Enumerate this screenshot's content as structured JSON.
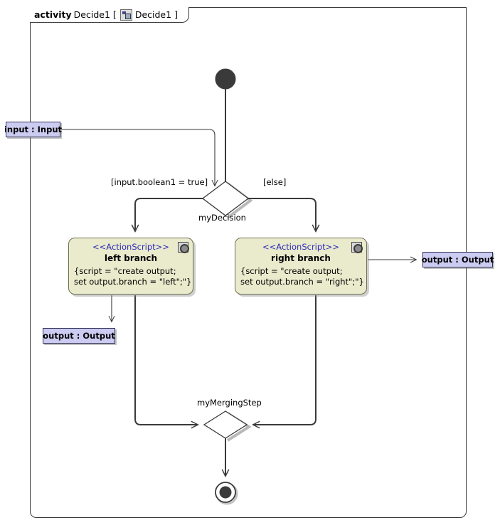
{
  "frame": {
    "keyword": "activity",
    "name": "Decide1",
    "bracket_open": "[",
    "icon": "activity-diagram-icon",
    "inner_name": "Decide1",
    "bracket_close": "]"
  },
  "nodes": {
    "initial": {
      "name": "initial-node",
      "label": ""
    },
    "final": {
      "name": "activity-final-node",
      "label": ""
    },
    "decision": {
      "label": "myDecision"
    },
    "merge": {
      "label": "myMergingStep"
    },
    "action_left": {
      "stereotype": "<<ActionScript>>",
      "name": "left branch",
      "body_line1": "{script = \"create output;",
      "body_line2": "set output.branch = \"left\";\"}",
      "badge": "script-icon"
    },
    "action_right": {
      "stereotype": "<<ActionScript>>",
      "name": "right branch",
      "body_line1": "{script = \"create output;",
      "body_line2": "set output.branch = \"right\";\"}",
      "badge": "script-icon"
    }
  },
  "pins": {
    "input": {
      "label": "input : Input"
    },
    "output_left": {
      "label": "output : Output"
    },
    "output_right": {
      "label": "output : Output"
    }
  },
  "guards": {
    "true_branch": "[input.boolean1 = true]",
    "else_branch": "[else]"
  },
  "colors": {
    "pin_fill": "#ccccf2",
    "pin_border": "#32325a",
    "action_fill": "#eaeacd",
    "action_border": "#6f6f53",
    "stereotype_text": "#2b2bbb",
    "edge": "#3a3a3a",
    "frame_border": "#3b3b3b",
    "node_fill": "#3a3a3a",
    "shadow": "#b4b4b4"
  }
}
